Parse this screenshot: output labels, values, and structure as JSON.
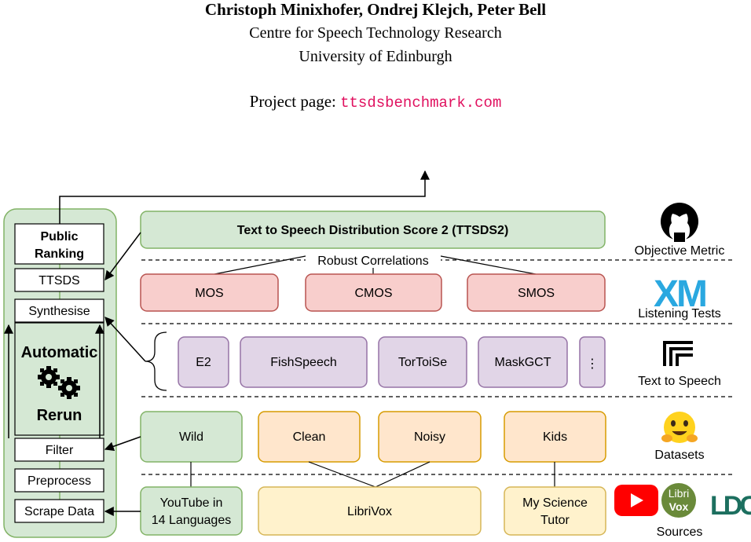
{
  "header": {
    "authors": "Christoph Minixhofer, Ondrej Klejch, Peter Bell",
    "affiliation_line1": "Centre for Speech Technology Research",
    "affiliation_line2": "University of Edinburgh",
    "project_label": "Project page: ",
    "project_url": "ttsdsbenchmark.com"
  },
  "pipeline": {
    "public_ranking": [
      "Public",
      "Ranking"
    ],
    "ttsds": "TTSDS",
    "synthesise": "Synthesise",
    "automatic": "Automatic",
    "rerun": "Rerun",
    "filter": "Filter",
    "preprocess": "Preprocess",
    "scrape_data": "Scrape Data"
  },
  "main": {
    "metric_title": "Text to Speech Distribution Score 2 (TTSDS2)",
    "correlations_label": "Robust Correlations",
    "listening_tests": [
      "MOS",
      "CMOS",
      "SMOS"
    ],
    "tts_systems": [
      "E2",
      "FishSpeech",
      "TorToiSe",
      "MaskGCT",
      "⋮"
    ],
    "datasets": [
      "Wild",
      "Clean",
      "Noisy",
      "Kids"
    ],
    "sources": [
      [
        "YouTube in",
        "14 Languages"
      ],
      [
        "LibriVox"
      ],
      [
        "My Science",
        "Tutor"
      ]
    ]
  },
  "right_labels": {
    "objective_metric": "Objective Metric",
    "listening_tests": "Listening Tests",
    "text_to_speech": "Text to Speech",
    "datasets": "Datasets",
    "sources": "Sources",
    "librivox_logo": [
      "Libri",
      "Vox"
    ],
    "ldc_logo": "LDC",
    "xm_logo": "XM"
  },
  "icons": [
    "github-icon",
    "xm-logo-icon",
    "tts-logo-icon",
    "hugging-face-icon",
    "youtube-icon",
    "librivox-logo-icon",
    "ldc-logo-icon",
    "gears-icon"
  ],
  "colors": {
    "green_fill": "#d5e8d4",
    "green_stroke": "#82b366",
    "red_fill": "#f8cecc",
    "red_stroke": "#b85450",
    "purple_fill": "#e1d5e7",
    "purple_stroke": "#9673a6",
    "orange_fill": "#ffe6cc",
    "orange_stroke": "#d79b00",
    "yellow_fill": "#fff2cc",
    "yellow_stroke": "#d6b656",
    "link_pink": "#e0115f",
    "youtube_red": "#ff0000",
    "librivox_green": "#6a8a3a",
    "xm_blue": "#2aa8e0"
  }
}
